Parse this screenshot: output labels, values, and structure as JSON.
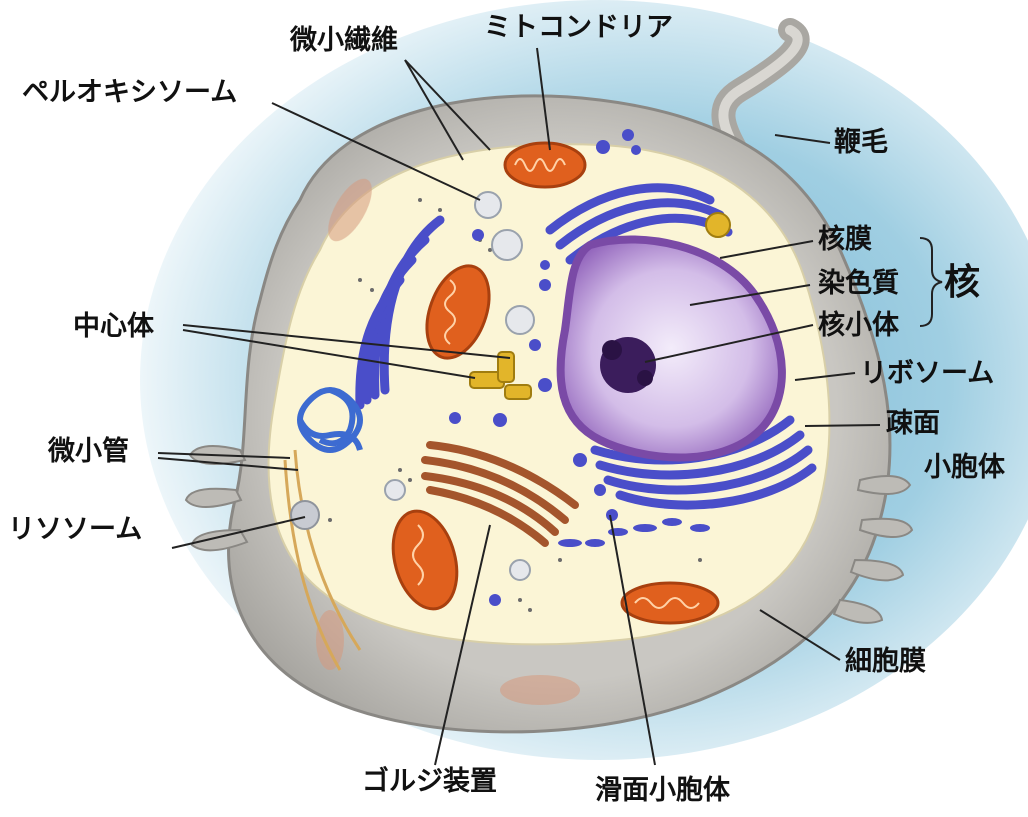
{
  "labels": {
    "microfilament": "微小繊維",
    "mitochondria": "ミトコンドリア",
    "peroxisome": "ペルオキシソーム",
    "flagellum": "鞭毛",
    "nuclear_envelope": "核膜",
    "chromatin": "染色質",
    "nucleus": "核",
    "nucleolus": "核小体",
    "centrosome": "中心体",
    "ribosome": "リボソーム",
    "rough_er_line1": "疎面",
    "rough_er_line2": "小胞体",
    "microtubule": "微小管",
    "lysosome": "リソソーム",
    "cell_membrane": "細胞膜",
    "golgi": "ゴルジ装置",
    "smooth_er": "滑面小胞体"
  },
  "colors": {
    "background_blue": "#8fc6dd",
    "membrane_gray": "#b3b1ae",
    "cytoplasm": "#fbf5d6",
    "nucleus_purple": "#9a6fc0",
    "nucleolus": "#3b1d5c",
    "rough_er_blue": "#4a4ec9",
    "mitochondria_orange": "#e0601e",
    "golgi_brown": "#a4552c",
    "centrosome_yellow": "#e2b52a",
    "leader_line": "#222222"
  }
}
